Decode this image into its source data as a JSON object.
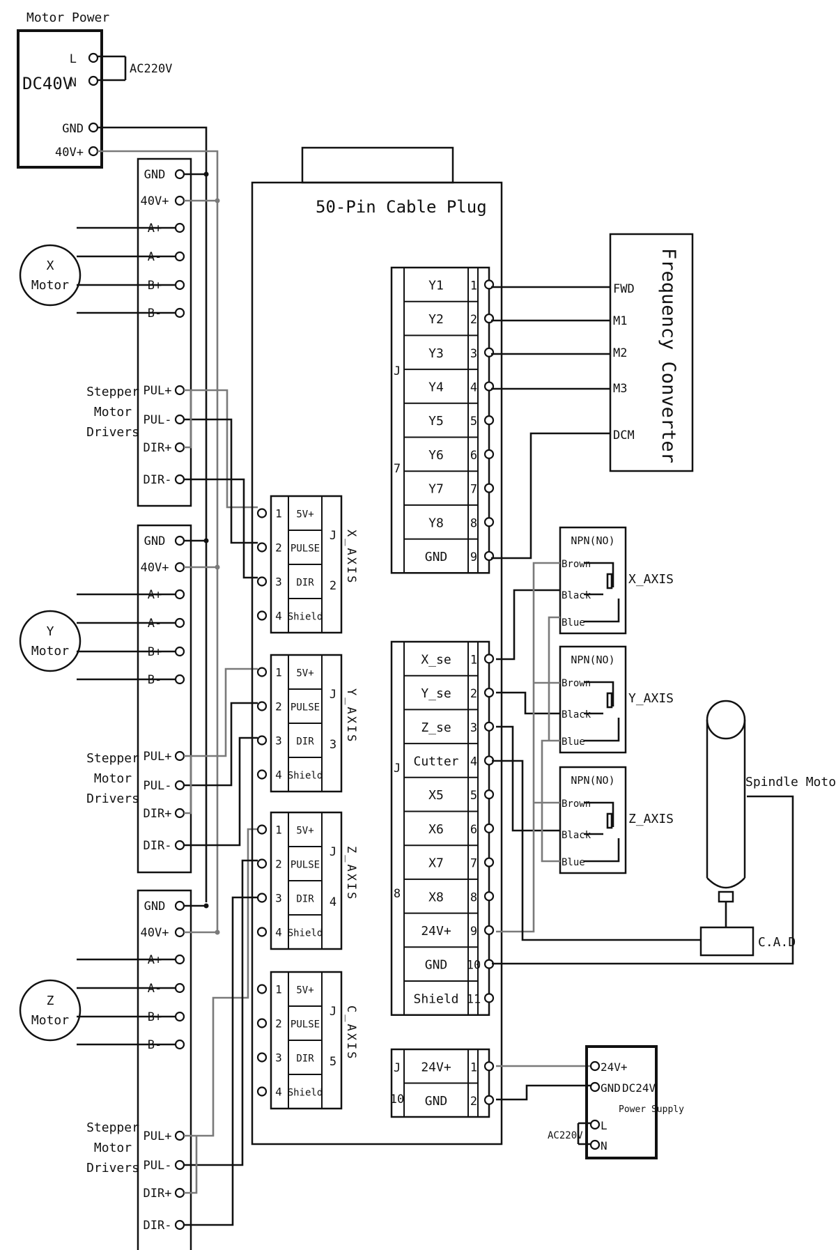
{
  "motor_power": {
    "title": "Motor Power",
    "box_label": "DC40V",
    "terminals": [
      "L",
      "N",
      "GND",
      "40V+"
    ],
    "ac_label": "AC220V"
  },
  "drivers": [
    {
      "id": "x",
      "motor_label": [
        "X",
        "Motor"
      ],
      "top_terminals": [
        "GND",
        "40V+",
        "A+",
        "A-",
        "B+",
        "B-"
      ],
      "side_label": [
        "Stepper",
        "Motor",
        "Drivers"
      ],
      "bottom_terminals": [
        "PUL+",
        "PUL-",
        "DIR+",
        "DIR-"
      ]
    },
    {
      "id": "y",
      "motor_label": [
        "Y",
        "Motor"
      ],
      "top_terminals": [
        "GND",
        "40V+",
        "A+",
        "A-",
        "B+",
        "B-"
      ],
      "side_label": [
        "Stepper",
        "Motor",
        "Drivers"
      ],
      "bottom_terminals": [
        "PUL+",
        "PUL-",
        "DIR+",
        "DIR-"
      ]
    },
    {
      "id": "z",
      "motor_label": [
        "Z",
        "Motor"
      ],
      "top_terminals": [
        "GND",
        "40V+",
        "A+",
        "A-",
        "B+",
        "B-"
      ],
      "side_label": [
        "Stepper",
        "Motor",
        "Drivers"
      ],
      "bottom_terminals": [
        "PUL+",
        "PUL-",
        "DIR+",
        "DIR-"
      ]
    }
  ],
  "cable_plug": {
    "title": "50-Pin Cable Plug"
  },
  "axis_connectors": [
    {
      "id": "x",
      "label": "X_AXIS",
      "j": "J",
      "num": "2",
      "pins": [
        "1",
        "2",
        "3",
        "4"
      ],
      "signals": [
        "5V+",
        "PULSE",
        "DIR",
        "Shield"
      ]
    },
    {
      "id": "y",
      "label": "Y_AXIS",
      "j": "J",
      "num": "3",
      "pins": [
        "1",
        "2",
        "3",
        "4"
      ],
      "signals": [
        "5V+",
        "PULSE",
        "DIR",
        "Shield"
      ]
    },
    {
      "id": "z",
      "label": "Z_AXIS",
      "j": "J",
      "num": "4",
      "pins": [
        "1",
        "2",
        "3",
        "4"
      ],
      "signals": [
        "5V+",
        "PULSE",
        "DIR",
        "Shield"
      ]
    },
    {
      "id": "c",
      "label": "C_AXIS",
      "j": "J",
      "num": "5",
      "pins": [
        "1",
        "2",
        "3",
        "4"
      ],
      "signals": [
        "5V+",
        "PULSE",
        "DIR",
        "Shield"
      ]
    }
  ],
  "j7": {
    "j": "J",
    "num": "7",
    "signals": [
      "Y1",
      "Y2",
      "Y3",
      "Y4",
      "Y5",
      "Y6",
      "Y7",
      "Y8",
      "GND"
    ],
    "pins": [
      "1",
      "2",
      "3",
      "4",
      "5",
      "6",
      "7",
      "8",
      "9"
    ]
  },
  "j8": {
    "j": "J",
    "num": "8",
    "signals": [
      "X_se",
      "Y_se",
      "Z_se",
      "Cutter",
      "X5",
      "X6",
      "X7",
      "X8",
      "24V+",
      "GND",
      "Shield"
    ],
    "pins": [
      "1",
      "2",
      "3",
      "4",
      "5",
      "6",
      "7",
      "8",
      "9",
      "10",
      "11"
    ]
  },
  "j10": {
    "j": "J",
    "num": "10",
    "signals": [
      "24V+",
      "GND"
    ],
    "pins": [
      "1",
      "2"
    ]
  },
  "frequency_converter": {
    "title": "Frequency Converter",
    "terminals": [
      "FWD",
      "M1",
      "M2",
      "M3",
      "DCM"
    ]
  },
  "sensors": [
    {
      "id": "x",
      "type": "NPN(NO)",
      "axis": "X_AXIS",
      "wires": [
        "Brown",
        "Black",
        "Blue"
      ]
    },
    {
      "id": "y",
      "type": "NPN(NO)",
      "axis": "Y_AXIS",
      "wires": [
        "Brown",
        "Black",
        "Blue"
      ]
    },
    {
      "id": "z",
      "type": "NPN(NO)",
      "axis": "Z_AXIS",
      "wires": [
        "Brown",
        "Black",
        "Blue"
      ]
    }
  ],
  "spindle": {
    "label": "Spindle Motor",
    "cad_label": "C.A.D"
  },
  "power_supply": {
    "terminals": [
      "24V+",
      "GND",
      "L",
      "N"
    ],
    "title_line1": "DC24V",
    "title_line2": "Power Supply",
    "ac_label": "AC220V"
  }
}
